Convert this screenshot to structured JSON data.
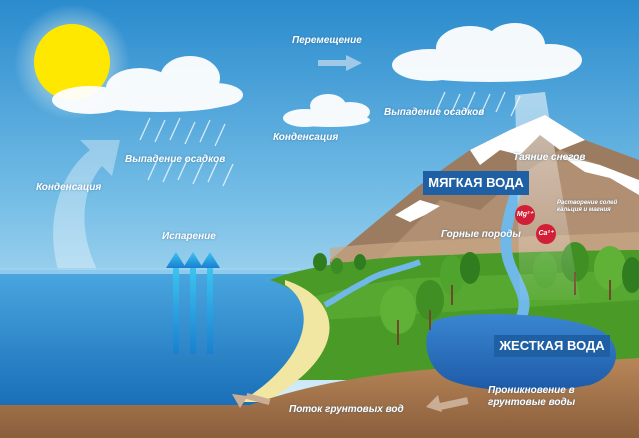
{
  "labels": {
    "transport": "Перемещение",
    "precip_top": "Выпадение осадков",
    "condensation_center": "Конденсация",
    "precip_left": "Выпадение осадков",
    "condensation_left": "Конденсация",
    "evaporation": "Испарение",
    "snowmelt": "Таяние снегов",
    "soft_water": "МЯГКАЯ ВОДА",
    "dissolving_salts": "Растворение солей кальция и магния",
    "rocks": "Горные породы",
    "hard_water": "ЖЕСТКАЯ ВОДА",
    "groundwater_flow": "Поток грунтовых вод",
    "infiltration": "Проникновение в грунтовые воды"
  },
  "ions": {
    "mg": "Mg²⁺",
    "ca": "Ca²⁺"
  },
  "colors": {
    "sky_top": "#2b8ed0",
    "sky_bottom": "#e4f4fb",
    "sea": "#2a8fd0",
    "grass": "#4a9a28",
    "soil": "#a5764e",
    "mountain": "#a08066",
    "snow": "#ffffff",
    "label_box": "#1f5fa3",
    "ion": "#d21e36",
    "sun": "#ffe800",
    "evaporation_arrow": "#24a8e4"
  }
}
